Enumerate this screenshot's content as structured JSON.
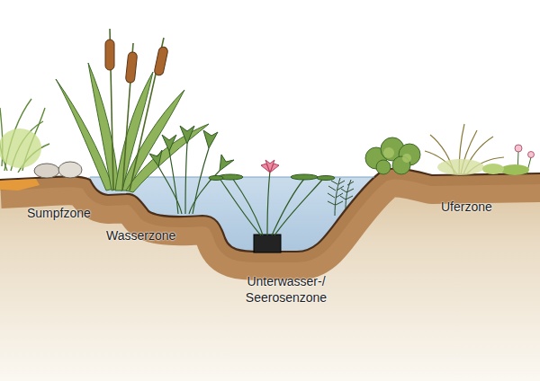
{
  "diagram": {
    "labels": [
      "Sumpfzone",
      "Wasserzone",
      "Unterwasser-/ Seerosenzone",
      "Uferzone"
    ]
  }
}
